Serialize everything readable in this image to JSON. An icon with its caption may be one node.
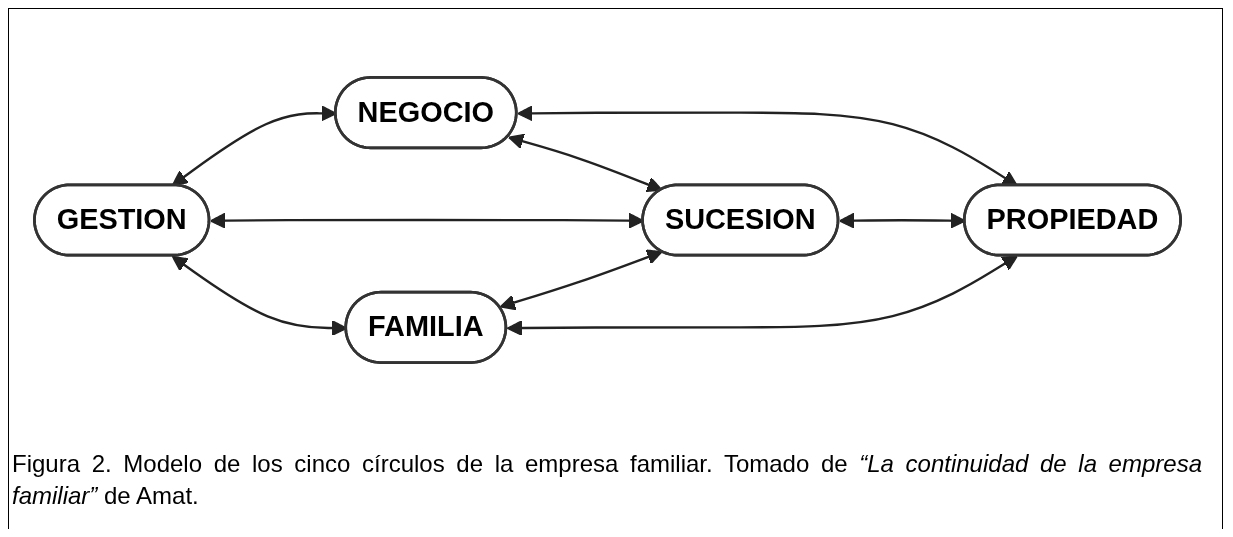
{
  "diagram": {
    "caption": "Figura 2. Modelo de los cinco círculos de la empresa familiar. Tomado de *“La continuidad de la empresa familiar”* de Amat.",
    "nodes": [
      {
        "text": [
          "NEGOCIO"
        ]
      },
      {
        "text": [
          "GESTION"
        ]
      },
      {
        "text": [
          "SUCESION"
        ]
      },
      {
        "text": [
          "PROPIEDAD"
        ]
      },
      {
        "text": [
          "FAMILIA"
        ]
      }
    ],
    "edges": [
      {
        "from": 0,
        "to": 1,
        "arrow": "both"
      },
      {
        "from": 0,
        "to": 2,
        "arrow": "both"
      },
      {
        "from": 0,
        "to": 3,
        "arrow": "both"
      },
      {
        "from": 1,
        "to": 2,
        "arrow": "both"
      },
      {
        "from": 2,
        "to": 3,
        "arrow": "both"
      },
      {
        "from": 1,
        "to": 4,
        "arrow": "both"
      },
      {
        "from": 2,
        "to": 4,
        "arrow": "both"
      },
      {
        "from": 3,
        "to": 4,
        "arrow": "both"
      }
    ]
  }
}
